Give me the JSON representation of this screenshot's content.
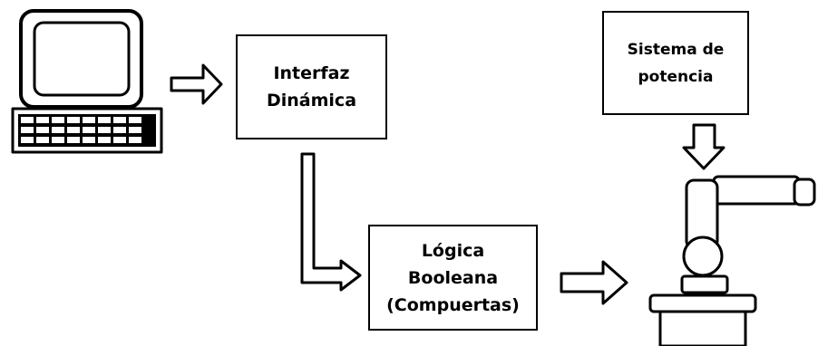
{
  "nodes": {
    "interfaz": {
      "lines": [
        "Interfaz",
        "Dinámica"
      ]
    },
    "logica": {
      "lines": [
        "Lógica",
        "Booleana",
        "(Compuertas)"
      ]
    },
    "sistema": {
      "lines": [
        "Sistema de",
        "potencia"
      ]
    }
  },
  "icons": {
    "computer": "computer-icon",
    "robot": "robot-arm-icon"
  }
}
